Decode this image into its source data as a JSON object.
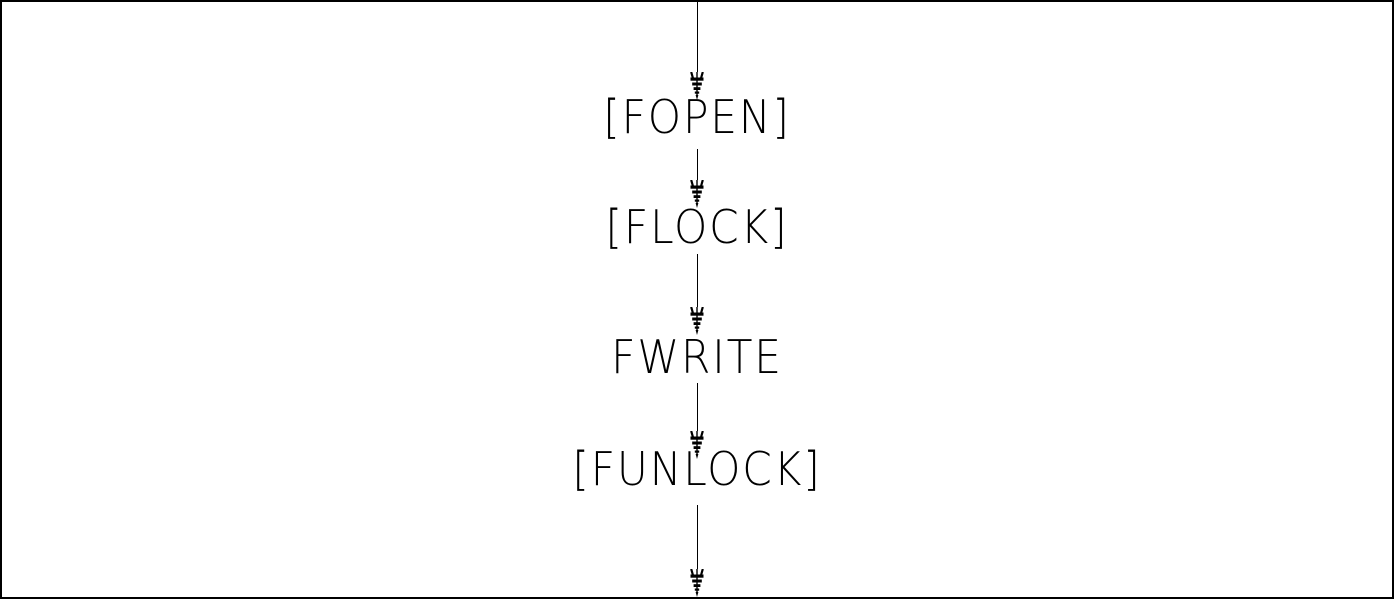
{
  "diagram": {
    "type": "flowchart",
    "background_color": "#ffffff",
    "line_color": "#000000",
    "text_color": "#000000",
    "arrow_count": 5,
    "flow_direction": "top-to-bottom",
    "nodes": [
      {
        "label": "[FOPEN]"
      },
      {
        "label": "[FLOCK]"
      },
      {
        "label": "FWRITE"
      },
      {
        "label": "[FUNLOCK]"
      }
    ]
  }
}
